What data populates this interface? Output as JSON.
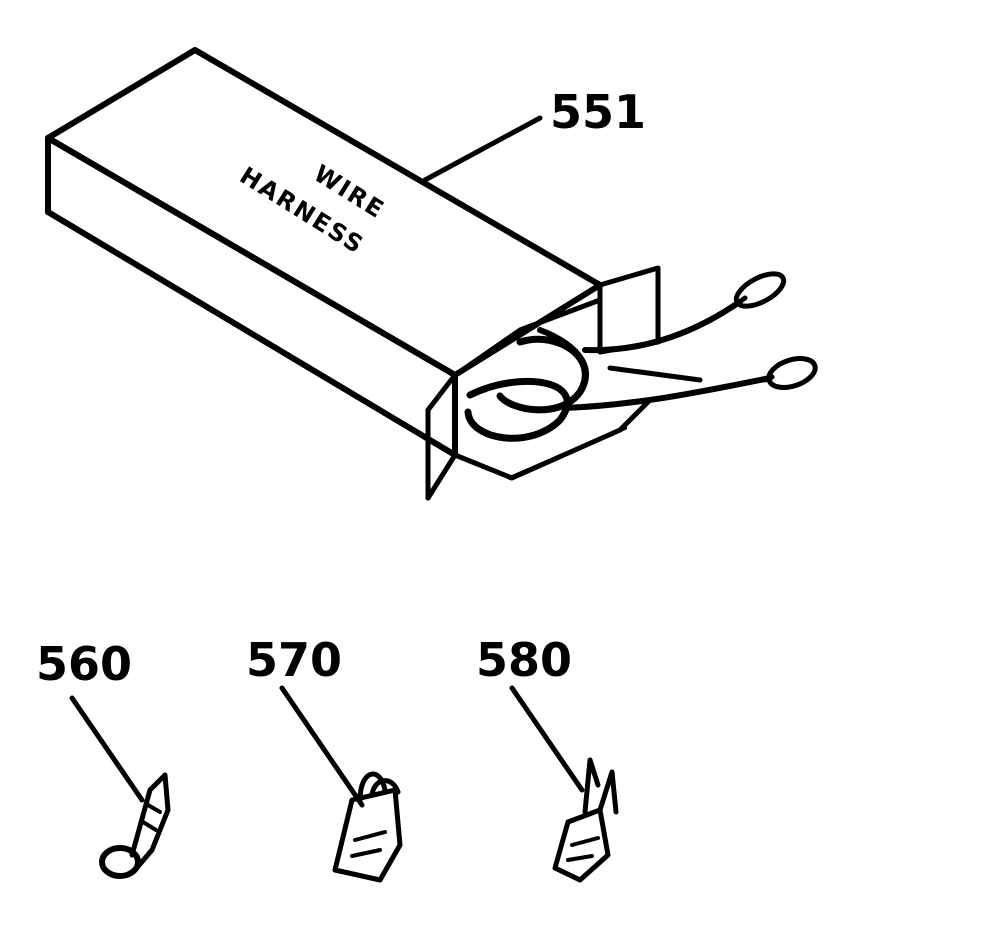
{
  "diagram": {
    "box_label_line1": "WIRE",
    "box_label_line2": "HARNESS",
    "parts": [
      {
        "number": "551",
        "description": "wire harness kit"
      },
      {
        "number": "560",
        "description": "ring terminal"
      },
      {
        "number": "570",
        "description": "hook terminal"
      },
      {
        "number": "580",
        "description": "spade terminal"
      }
    ]
  },
  "colors": {
    "line": "#000000",
    "background": "#ffffff"
  }
}
